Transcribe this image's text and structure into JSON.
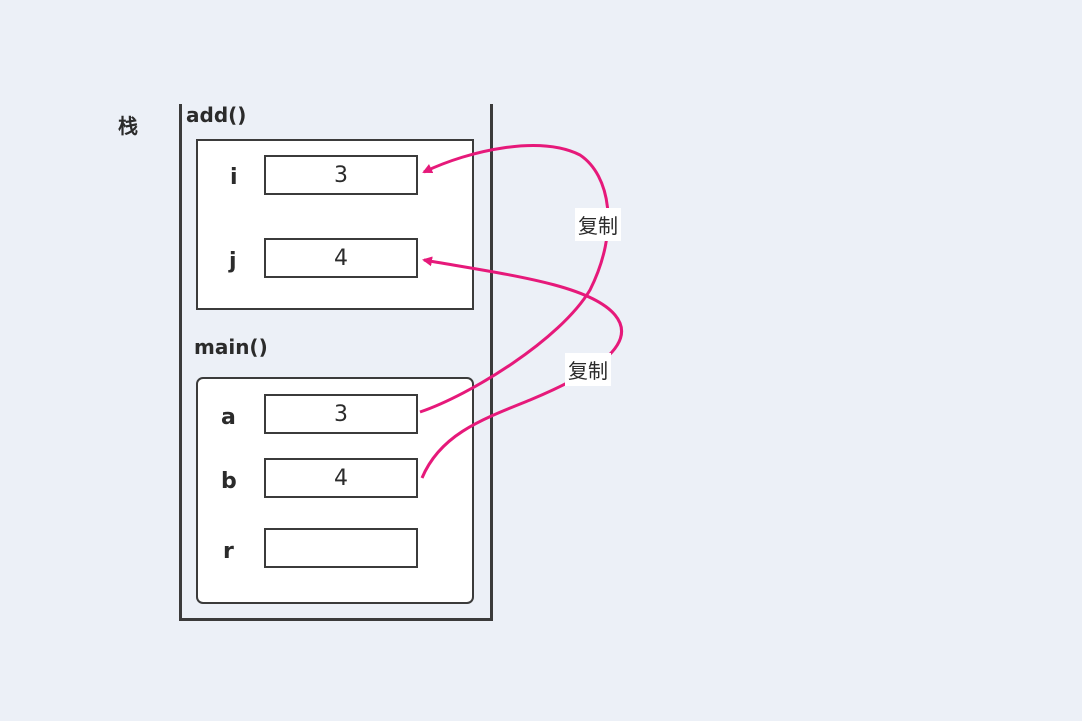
{
  "stack": {
    "title": "栈"
  },
  "frames": {
    "add": {
      "title": "add()",
      "vars": [
        {
          "name": "i",
          "value": "3"
        },
        {
          "name": "j",
          "value": "4"
        }
      ]
    },
    "main": {
      "title": "main()",
      "vars": [
        {
          "name": "a",
          "value": "3"
        },
        {
          "name": "b",
          "value": "4"
        },
        {
          "name": "r",
          "value": ""
        }
      ]
    }
  },
  "arrows": [
    {
      "label": "复制",
      "from": "a",
      "to": "i"
    },
    {
      "label": "复制",
      "from": "b",
      "to": "j"
    }
  ],
  "colors": {
    "arrow": "#e6197a",
    "border": "#3b3b3b",
    "background": "#ecf0f7"
  }
}
